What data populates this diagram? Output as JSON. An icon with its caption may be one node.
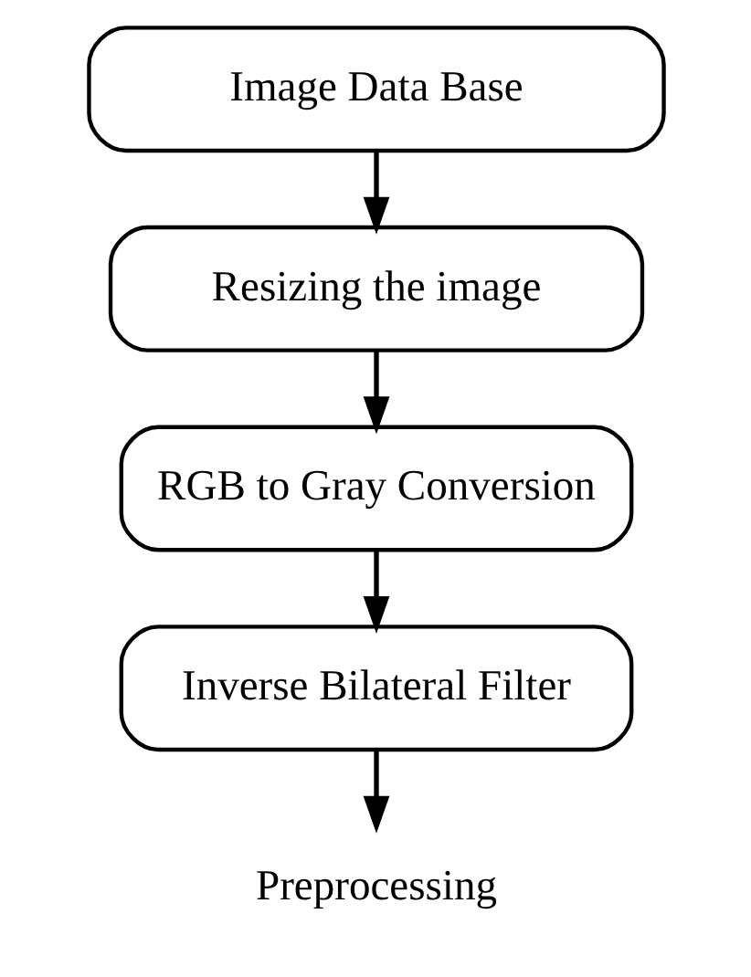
{
  "diagram": {
    "nodes": [
      {
        "text": [
          "Image Data Base"
        ]
      },
      {
        "text": [
          "Resizing the image"
        ]
      },
      {
        "text": [
          "RGB to Gray Conversion"
        ]
      },
      {
        "text": [
          "Inverse Bilateral Filter"
        ]
      },
      {
        "text": [
          "Preprocessing"
        ]
      }
    ],
    "edges": [
      {
        "from": 0,
        "to": 1,
        "arrow": "to"
      },
      {
        "from": 1,
        "to": 2,
        "arrow": "to"
      },
      {
        "from": 2,
        "to": 3,
        "arrow": "to"
      },
      {
        "from": 3,
        "to": 4,
        "arrow": "to"
      }
    ]
  }
}
